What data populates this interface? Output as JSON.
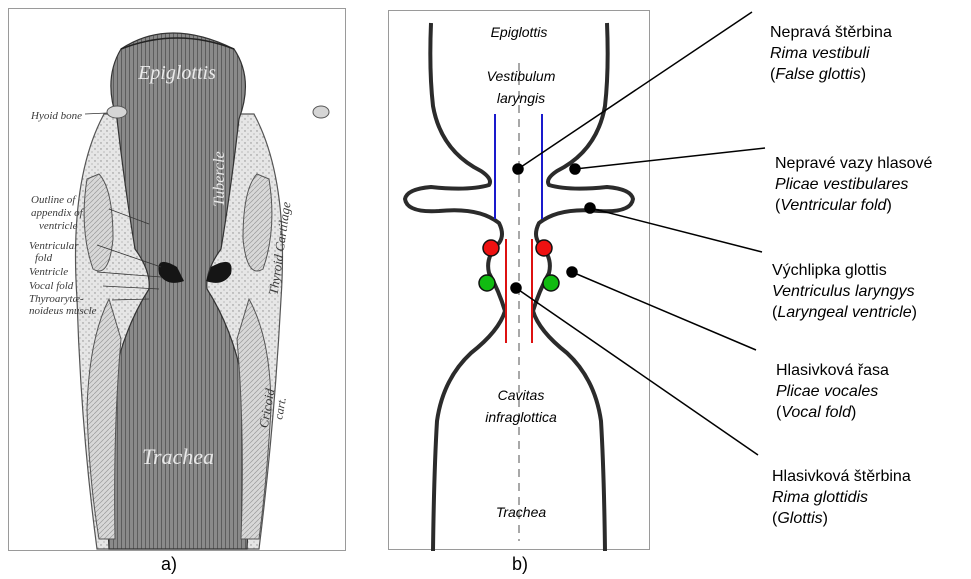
{
  "panel_a": {
    "caption": "a)",
    "labels": {
      "epiglottis": "Epiglottis",
      "hyoid": "Hyoid bone",
      "tubercle": "Tubercle",
      "thyroid": "Thyroid Cartilage",
      "outline_1": "Outline of",
      "outline_2": "appendix of",
      "outline_3": "ventricle",
      "ventricular_1": "Ventricular",
      "ventricular_2": "fold",
      "ventricle": "Ventricle",
      "vocal_fold": "Vocal fold",
      "thyro_1": "Thyroarytæ-",
      "thyro_2": "noideus muscle",
      "cricoid_1": "Cricoid",
      "cricoid_2": "cart.",
      "trachea": "Trachea"
    }
  },
  "panel_b": {
    "caption": "b)",
    "labels": {
      "epiglottis": "Epiglottis",
      "vestibulum_1": "Vestibulum",
      "vestibulum_2": "laryngis",
      "cavitas_1": "Cavitas",
      "cavitas_2": "infraglottica",
      "trachea": "Trachea"
    },
    "colors": {
      "blue_line": "#1a1acc",
      "red_line": "#dd1111",
      "red_dot": "#ee1111",
      "green_dot": "#11bb11",
      "outline": "#2b2b2b"
    }
  },
  "legend": [
    {
      "czech": "Nepravá štěrbina",
      "latin": "Rima vestibuli",
      "open": "(",
      "english": "False glottis",
      "close": ")"
    },
    {
      "czech": "Nepravé vazy hlasové",
      "latin": "Plicae vestibulares",
      "open": "(",
      "english": "Ventricular fold",
      "close": ")"
    },
    {
      "czech": "Výchlipka glottis",
      "latin": "Ventriculus laryngys",
      "open": "(",
      "english": "Laryngeal ventricle",
      "close": ")"
    },
    {
      "czech": "Hlasivková řasa",
      "latin": "Plicae vocales",
      "open": "(",
      "english": "Vocal fold",
      "close": ")"
    },
    {
      "czech": "Hlasivková štěrbina",
      "latin": "Rima glottidis",
      "open": "(",
      "english": "Glottis",
      "close": ")"
    }
  ]
}
